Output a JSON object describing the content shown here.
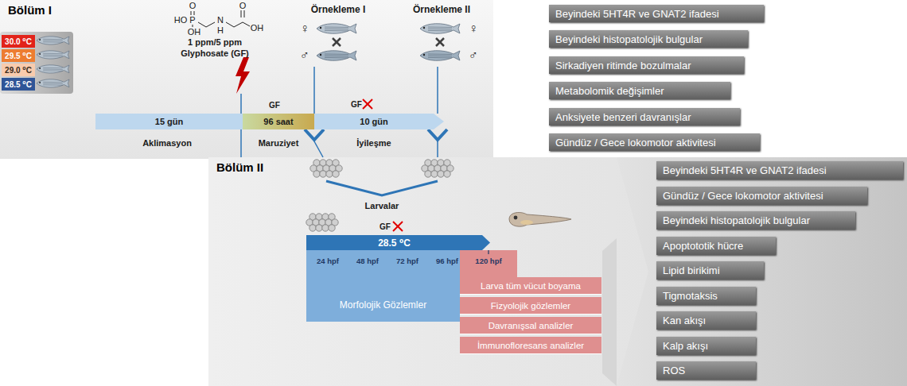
{
  "diagram": {
    "nodes": [
      {
        "text": [
          "Bölüm I"
        ]
      },
      {
        "text": [
          "30.0 ⁰C"
        ],
        "in": 0
      },
      {
        "text": [
          "29.5 ⁰C"
        ],
        "in": 0
      },
      {
        "text": [
          "29.0 ⁰C"
        ],
        "in": 0
      },
      {
        "text": [
          "28.5 ⁰C"
        ],
        "in": 0
      },
      {
        "text": [
          "15 gün"
        ],
        "in": 0
      },
      {
        "text": [
          "96 saat"
        ],
        "in": 0
      },
      {
        "text": [
          "10 gün"
        ],
        "in": 0
      },
      {
        "text": [
          "Beyindeki 5HT4R ve GNAT2 ifadesi"
        ]
      },
      {
        "text": [
          "Beyindeki histopatolojik bulgular"
        ]
      },
      {
        "text": [
          "Sirkadiyen ritimde bozulmalar"
        ]
      },
      {
        "text": [
          "Metabolomik değişimler"
        ]
      },
      {
        "text": [
          "Anksiyete benzeri davranışlar"
        ]
      },
      {
        "text": [
          "Gündüz / Gece lokomotor aktivitesi"
        ]
      },
      {
        "text": [
          "Bölüm II"
        ]
      },
      {
        "text": [
          "28.5 ⁰C"
        ],
        "in": 14
      },
      {
        "text": [
          "Morfolojik Gözlemler"
        ],
        "in": 14
      },
      {
        "text": [
          "Larva tüm vücut boyama"
        ],
        "in": 14
      },
      {
        "text": [
          "Fizyolojik gözlemler"
        ],
        "in": 14
      },
      {
        "text": [
          "Davranışsal analizler"
        ],
        "in": 14
      },
      {
        "text": [
          "İmmunofloresans analizler"
        ],
        "in": 14
      },
      {
        "text": [
          "Beyindeki 5HT4R ve GNAT2 ifadesi"
        ],
        "in": 14
      },
      {
        "text": [
          "Gündüz / Gece lokomotor aktivitesi"
        ],
        "in": 14
      },
      {
        "text": [
          "Beyindeki histopatolojik bulgular"
        ],
        "in": 14
      },
      {
        "text": [
          "Apoptototik hücre"
        ],
        "in": 14
      },
      {
        "text": [
          "Lipid birikimi"
        ],
        "in": 14
      },
      {
        "text": [
          "Tigmotaksis"
        ],
        "in": 14
      },
      {
        "text": [
          "Kan akışı"
        ],
        "in": 14
      },
      {
        "text": [
          "Kalp akışı"
        ],
        "in": 14
      },
      {
        "text": [
          "ROS"
        ],
        "in": 14
      }
    ],
    "labels": [
      "O",
      "HO",
      "P",
      "OH",
      "N",
      "H",
      "O",
      "OH",
      "1 ppm/5 ppm",
      "Glyphosate (GF)",
      "Örnekleme I",
      "Örnekleme II",
      "♀",
      "♂",
      "♀",
      "♂",
      "GF",
      "GF",
      "Aklimasyon",
      "Maruziyet",
      "İyileşme",
      "Larvalar",
      "GF",
      "24 hpf",
      "48 hpf",
      "72 hpf",
      "96 hpf",
      "120 hpf"
    ]
  }
}
